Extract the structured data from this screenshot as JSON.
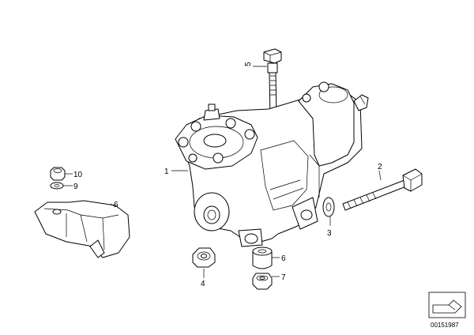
{
  "callouts": {
    "c1": "1",
    "c2": "2",
    "c3": "3",
    "c4": "4",
    "c5": "5",
    "c6a": "6",
    "c6b": "6",
    "c7": "7",
    "c9": "9",
    "c10": "10"
  },
  "reference_number": "00151987",
  "icons": {
    "corner_icon": "folded-page-arrow-icon"
  }
}
